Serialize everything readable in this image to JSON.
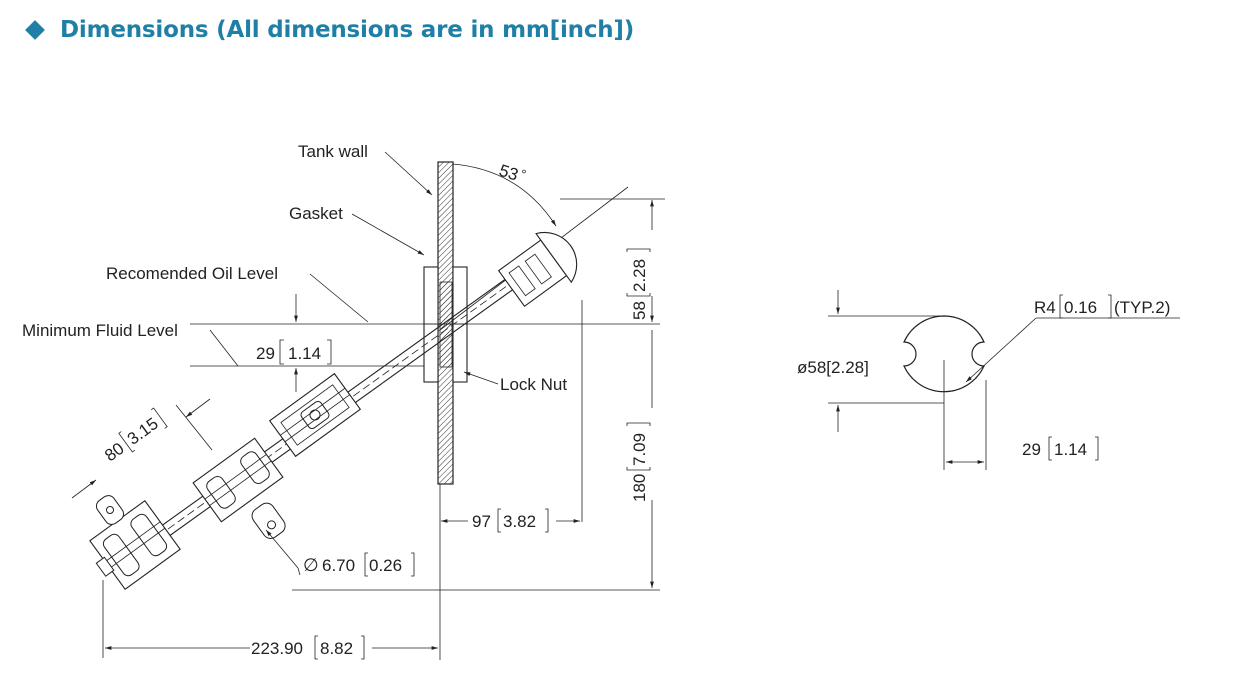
{
  "header": {
    "title": "Dimensions (All dimensions are in mm[inch])",
    "bullet_color": "#1f7fa6"
  },
  "labels": {
    "tank_wall": "Tank wall",
    "gasket": "Gasket",
    "oil_level": "Recomended Oil Level",
    "min_fluid": "Minimum Fluid Level",
    "lock_nut": "Lock Nut",
    "angle": "53",
    "deg": "°"
  },
  "dims": {
    "d29_mm": "29",
    "d29_in": "1.14",
    "d80_mm": "80",
    "d80_in": "3.15",
    "d58_mm": "58",
    "d58_in": "2.28",
    "d180_mm": "180",
    "d180_in": "7.09",
    "d97_mm": "97",
    "d97_in": "3.82",
    "hole_sym": "∅",
    "hole_mm": "6.70",
    "hole_in": "0.26",
    "len_mm": "223.90",
    "len_in": "8.82",
    "r4_prefix": "R4",
    "r4_in": "0.16",
    "r4_suffix": "(TYP.2)",
    "dia": "ø58[2.28]",
    "w29_mm": "29",
    "w29_in": "1.14"
  }
}
